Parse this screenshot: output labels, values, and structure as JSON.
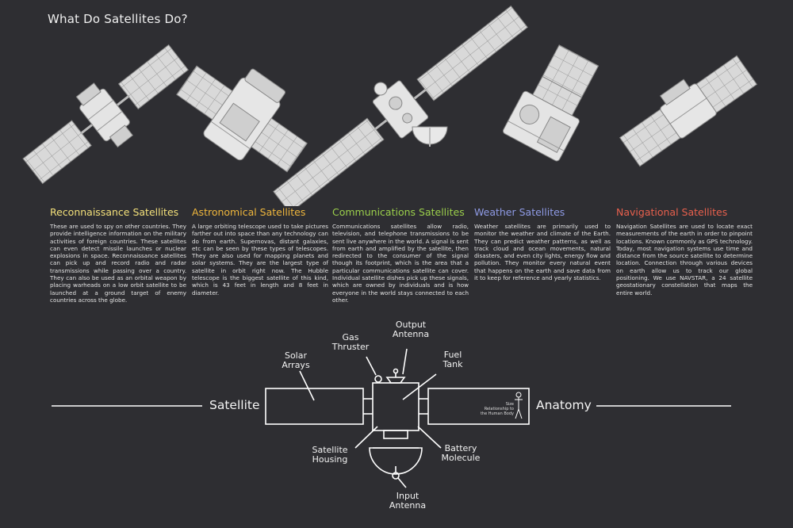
{
  "page_title": "What Do Satellites Do?",
  "colors": {
    "background": "#2e2e32",
    "reconnaissance": "#f3e07a",
    "astronomical": "#efb63c",
    "communications": "#9bcf4b",
    "weather": "#8f9be6",
    "navigational": "#e8604d",
    "line_art": "#ffffff"
  },
  "satellites": [
    {
      "title": "Reconnaissance Satellites",
      "text": "These are used to spy on other countries. They provide intelligence information on the military activities of foreign countries. These satellites can even detect missile launches or nuclear explosions in space. Reconnaissance satellites can pick up and record radio and radar transmissions while passing over a country. They can also be used as an orbital weapon by placing warheads on a low orbit satellite to be launched at a ground target of enemy countries across the globe."
    },
    {
      "title": "Astronomical Satellites",
      "text": "A large orbiting telescope used to take pictures farther out into space than any technology can do from earth. Supernovas, distant galaxies, etc can be seen by these types of telescopes. They are also used for mapping planets and solar systems. They are the largest type of satellite in orbit right now. The Hubble telescope is the biggest satellite of this kind, which is 43 feet in length and 8 feet in diameter."
    },
    {
      "title": "Communications Satellites",
      "text": "Communications satellites allow radio, television, and telephone transmissions to be sent live anywhere in the world. A signal is sent from earth and amplified by the satellite, then redirected to the consumer of the signal though its footprint, which is the area that a particular communications satellite can cover. Individual satellite dishes pick up these signals, which are owned by individuals and is how everyone in the world stays connected to each other."
    },
    {
      "title": "Weather Satellites",
      "text": "Weather satellites are primarily used to monitor the weather and climate of the Earth. They can predict weather patterns, as well as track cloud and ocean movements, natural disasters, and even city lights, energy flow and pollution. They monitor every natural event that happens on the earth and save data from it to keep for reference and yearly statistics."
    },
    {
      "title": "Navigational Satellites",
      "text": "Navigation Satellites are used to locate exact measurements of the earth in order to pinpoint locations. Known commonly as GPS technology. Today, most navigation systems use time and distance from the source satellite to determine location. Connection through various devices on earth allow us to track our global positioning. We use NAVSTAR, a 24 satellite geostationary constellation that maps the entire world."
    }
  ],
  "anatomy": {
    "left_word": "Satellite",
    "right_word": "Anatomy",
    "labels": {
      "solar_arrays": "Solar\nArrays",
      "gas_thruster": "Gas\nThruster",
      "output_antenna": "Output\nAntenna",
      "fuel_tank": "Fuel\nTank",
      "satellite_housing": "Satellite\nHousing",
      "battery_molecule": "Battery\nMolecule",
      "input_antenna": "Input\nAntenna"
    },
    "size_note": "Size\nRelationship to\nthe Human Body"
  }
}
